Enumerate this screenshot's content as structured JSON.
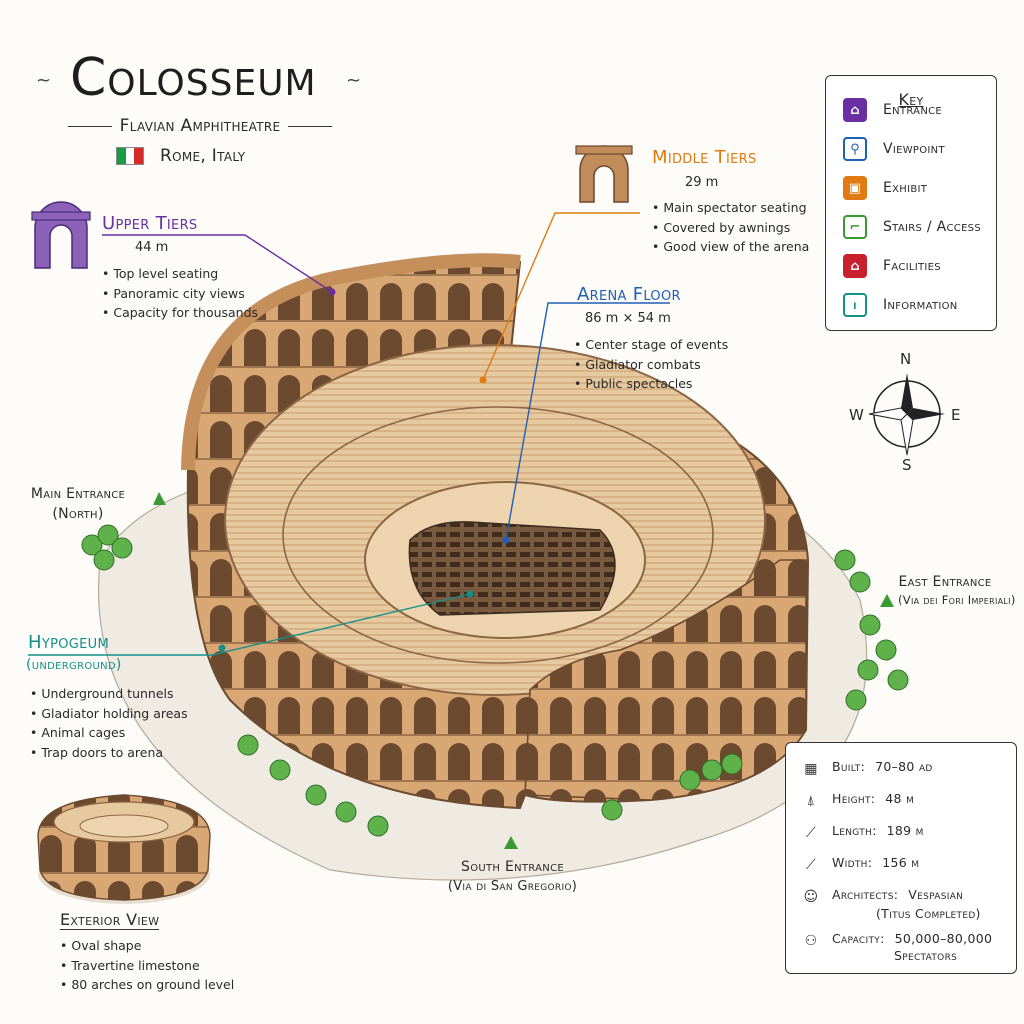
{
  "header": {
    "title": "Colosseum",
    "subtitle": "Flavian Amphitheatre",
    "location": "Rome, Italy",
    "deco": "~"
  },
  "callouts": {
    "upper": {
      "title": "Upper Tiers",
      "dim": "44 m",
      "items": [
        "Top level seating",
        "Panoramic city views",
        "Capacity for thousands"
      ],
      "color": "#6a2fa3"
    },
    "middle": {
      "title": "Middle Tiers",
      "dim": "29 m",
      "items": [
        "Main spectator seating",
        "Covered by awnings",
        "Good view of the arena"
      ],
      "color": "#e07b13"
    },
    "arena": {
      "title": "Arena Floor",
      "dim": "86 m × 54 m",
      "items": [
        "Center stage of events",
        "Gladiator combats",
        "Public spectacles"
      ],
      "color": "#1f5fb5"
    },
    "hypogeum": {
      "title": "Hypogeum",
      "subtitle": "(underground)",
      "items": [
        "Underground tunnels",
        "Gladiator holding areas",
        "Animal cages",
        "Trap doors to arena"
      ],
      "color": "#14908a"
    },
    "exterior": {
      "title": "Exterior View",
      "items": [
        "Oval shape",
        "Travertine limestone",
        "80 arches on ground level"
      ]
    }
  },
  "entrances": {
    "main": {
      "title": "Main Entrance",
      "detail": "(North)"
    },
    "east": {
      "title": "East Entrance",
      "detail": "(Via dei Fori Imperiali)"
    },
    "south": {
      "title": "South Entrance",
      "detail": "(Via di San Gregorio)"
    }
  },
  "compass": {
    "n": "N",
    "s": "S",
    "e": "E",
    "w": "W"
  },
  "key": {
    "title": "Key",
    "items": [
      {
        "label": "Entrance",
        "color": "#6a2fa3",
        "glyph": "⌂"
      },
      {
        "label": "Viewpoint",
        "color": "#1f5fb5",
        "glyph": "⚲"
      },
      {
        "label": "Exhibit",
        "color": "#e07b13",
        "glyph": "▣"
      },
      {
        "label": "Stairs / Access",
        "color": "#3a9a32",
        "glyph": "⌐"
      },
      {
        "label": "Facilities",
        "color": "#c8202f",
        "glyph": "⌂"
      },
      {
        "label": "Information",
        "color": "#14908a",
        "glyph": "i"
      }
    ]
  },
  "facts": {
    "built_label": "Built:",
    "built": "70–80 ad",
    "height_label": "Height:",
    "height": "48 m",
    "length_label": "Length:",
    "length": "189 m",
    "width_label": "Width:",
    "width": "156 m",
    "architects_label": "Architects:",
    "architects": "Vespasian",
    "architects_note": "(Titus Completed)",
    "capacity_label": "Capacity:",
    "capacity": "50,000–80,000",
    "capacity_note": "Spectators"
  }
}
